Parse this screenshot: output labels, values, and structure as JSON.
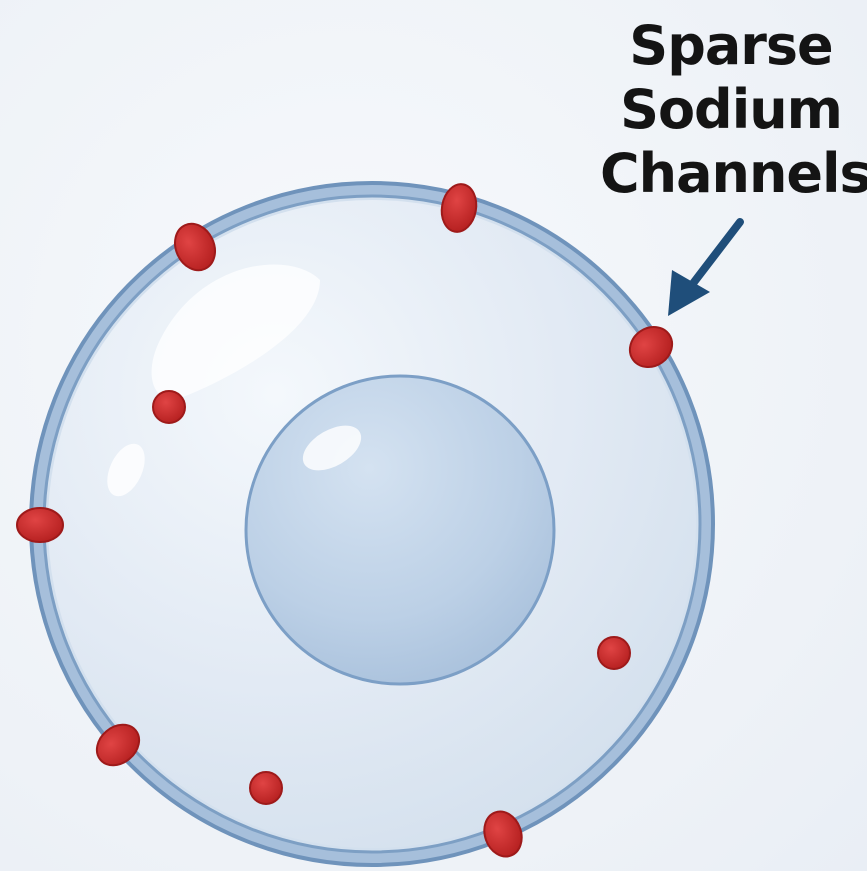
{
  "callout": {
    "lines": [
      "Sparse",
      "Sodium",
      "Channels"
    ]
  },
  "colors": {
    "background": "#eef2f7",
    "membrane": "#8eaed0",
    "membrane_inner": "#c9d9ea",
    "cytoplasm": "#e4ecf5",
    "nucleus": "#bcd0e6",
    "channel": "#cc2a2a",
    "channel_outline": "#9e1a1a",
    "arrow": "#1f4e7a",
    "text": "#141414"
  },
  "icons": {
    "cell": "cell-icon",
    "nucleus": "nucleus-icon",
    "channel": "sodium-channel-icon",
    "arrow": "arrow-icon"
  }
}
